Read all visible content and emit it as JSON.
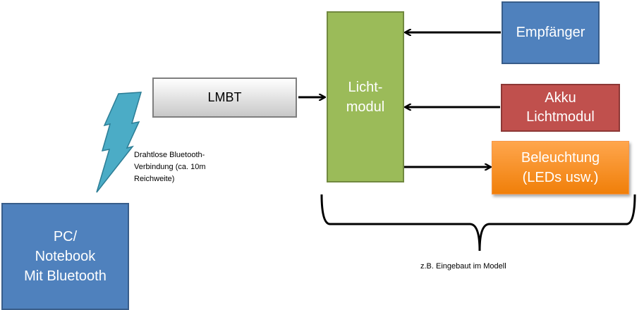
{
  "diagram": {
    "nodes": {
      "pc": "PC/\nNotebook\nMit Bluetooth",
      "lmbt": "LMBT",
      "lichtmodul": "Licht-\nmodul",
      "empfaenger": "Empfänger",
      "akku": "Akku\nLichtmodul",
      "beleuchtung": "Beleuchtung\n(LEDs usw.)"
    },
    "labels": {
      "bluetooth": "Drahtlose Bluetooth-\nVerbindung (ca. 10m\nReichweite)",
      "model": "z.B. Eingebaut im Modell"
    },
    "edges": [
      {
        "from": "lmbt",
        "to": "lichtmodul"
      },
      {
        "from": "empfaenger",
        "to": "lichtmodul"
      },
      {
        "from": "akku",
        "to": "lichtmodul"
      },
      {
        "from": "lichtmodul",
        "to": "beleuchtung"
      }
    ],
    "icons": {
      "wireless": "lightning-bolt-icon",
      "group": "curly-brace-icon"
    },
    "colors": {
      "blue": "#4f81bd",
      "green": "#9bbb59",
      "red": "#c0504d",
      "orange": "#f79646",
      "bolt": "#4bacc6"
    }
  }
}
